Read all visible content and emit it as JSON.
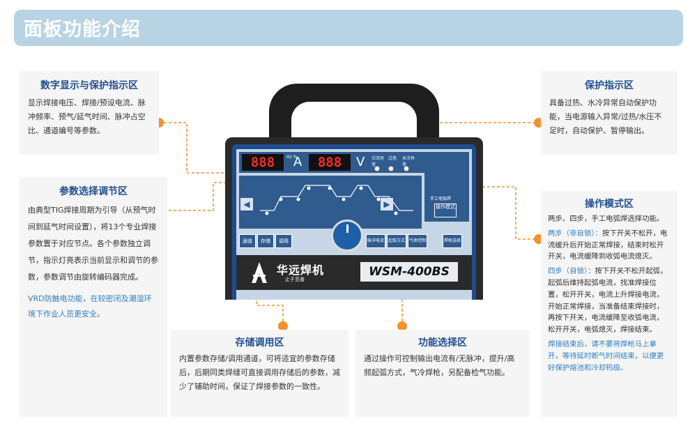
{
  "header": {
    "title": "面板功能介绍"
  },
  "sections": {
    "display": {
      "title": "数字显示与保护指示区",
      "body": "显示焊接电压、焊接/预设电流、脉冲频率、预气/延气时间、脉冲占空比、通道编号等参数。"
    },
    "param": {
      "title": "参数选择调节区",
      "body": "由典型TIG焊接周期为引导（从预气时间到延气时间设置），将13个专业焊接参数置于对应节点。各个参数独立调节，指示灯亮表示当前显示和调节的参数，参数调节由旋转编码器完成。",
      "note": "VRD防触电功能，在较密闭及潮湿环境下作业人员更安全。"
    },
    "store": {
      "title": "存储调用区",
      "body": "内置参数存储/调用通道，可将适宜的参数存储后，后期同类焊缝可直接调用存储后的参数，减少了辅助时间，保证了焊接参数的一致性。"
    },
    "func": {
      "title": "功能选择区",
      "body": "通过操作可控制输出电流有/无脉冲，提升/高频起弧方式，气冷焊枪，另配备检气功能。"
    },
    "protect": {
      "title": "保护指示区",
      "body": "具备过热、水冷异常自动保护功能，当电源输入异常/过热/水压不足时，自动保护、暂停输出。"
    },
    "mode": {
      "title": "操作模式区",
      "intro": "两步、四步，手工电弧焊选择功能。",
      "two_step_label": "两步（非自锁）：",
      "two_step_body": "按下开关不松开，电流缓升后开始正常焊接，结束时松开开关，电流缓降到收弧电流熄灭。",
      "four_step_label": "四步（自锁）：",
      "four_step_body": "按下开关不松开起弧，起弧后维持起弧电流，找准焊接位置，松开开关，电流上升焊接电流，开始正常焊接，当准备结束焊接时，再按下开关，电流缓降至收弧电流，松开开关，电弧熄灭，焊接结束。",
      "note": "焊接结束后，请不要将焊枪马上拿开，等待延时断气时间结束，以便更好保护熔池和冷却钨极。"
    }
  },
  "machine": {
    "display_left": "888",
    "display_right": "888",
    "unit_left": "A",
    "unit_right": "V",
    "unit_left_small": "Hz %",
    "protect_labels": [
      "欠压异常",
      "过热",
      "水冷异常"
    ],
    "store_buttons": [
      "通道",
      "存储",
      "调用"
    ],
    "func_buttons": [
      "脉冲电流",
      "起弧方式",
      "气体控制"
    ],
    "mode_labels": [
      "手工电弧焊",
      "操作模式"
    ],
    "extra_button": "焊枪选择",
    "brand": "华远焊机",
    "brand_sub": "止于至善",
    "model": "WSM-400BS"
  },
  "colors": {
    "accent": "#f0922e",
    "title_blue": "#1f4f8f",
    "note_blue": "#2f7fc1",
    "banner": "#b8d4e4"
  }
}
